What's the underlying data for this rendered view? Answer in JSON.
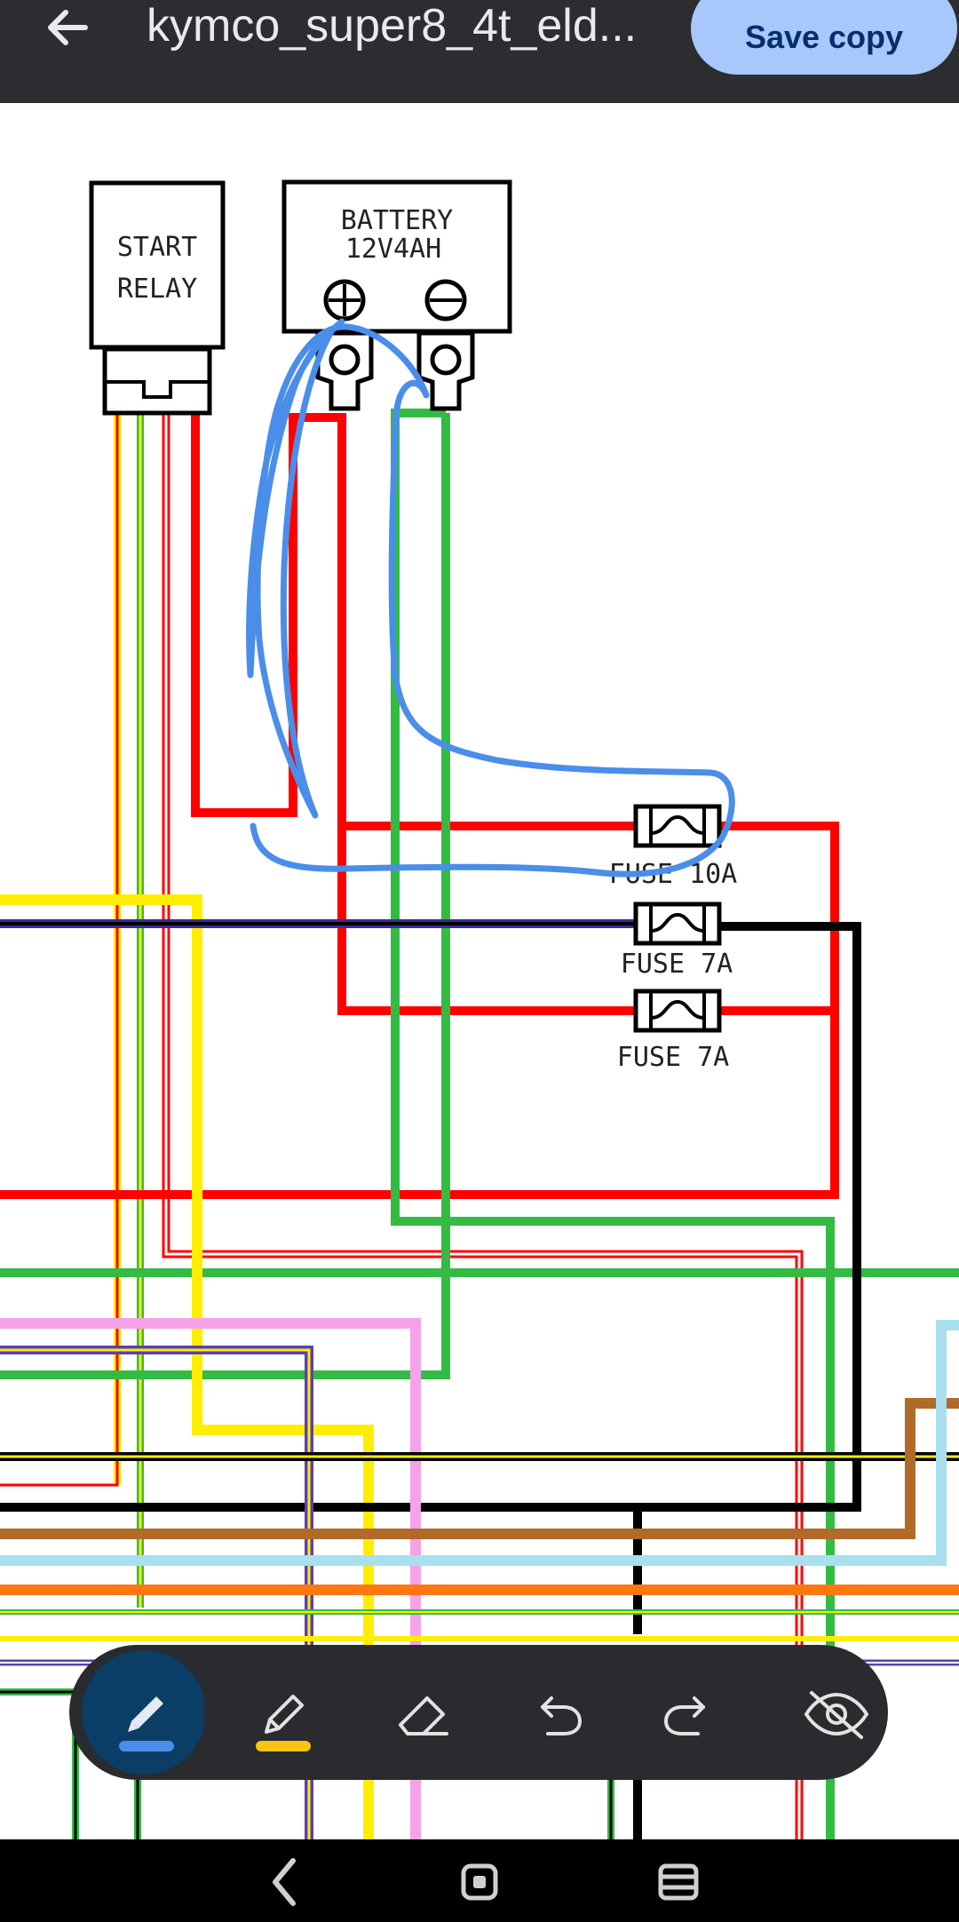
{
  "header": {
    "title": "kymco_super8_4t_eld...",
    "save_label": "Save copy"
  },
  "diagram": {
    "components": {
      "start_relay": "START\nRELAY",
      "battery": "BATTERY\n12V4AH"
    },
    "fuses": [
      "FUSE 10A",
      "FUSE 7A",
      "FUSE 7A"
    ]
  },
  "annotation_tools": [
    "pen",
    "highlighter",
    "eraser",
    "undo",
    "redo",
    "hide-annotations"
  ],
  "colors": {
    "pen_blue": "#4a8eea",
    "highlighter_yellow": "#f9c513",
    "selected_tool_bg": "#0b3e66",
    "wire_red": "#ff0000",
    "wire_green": "#33bb44"
  }
}
